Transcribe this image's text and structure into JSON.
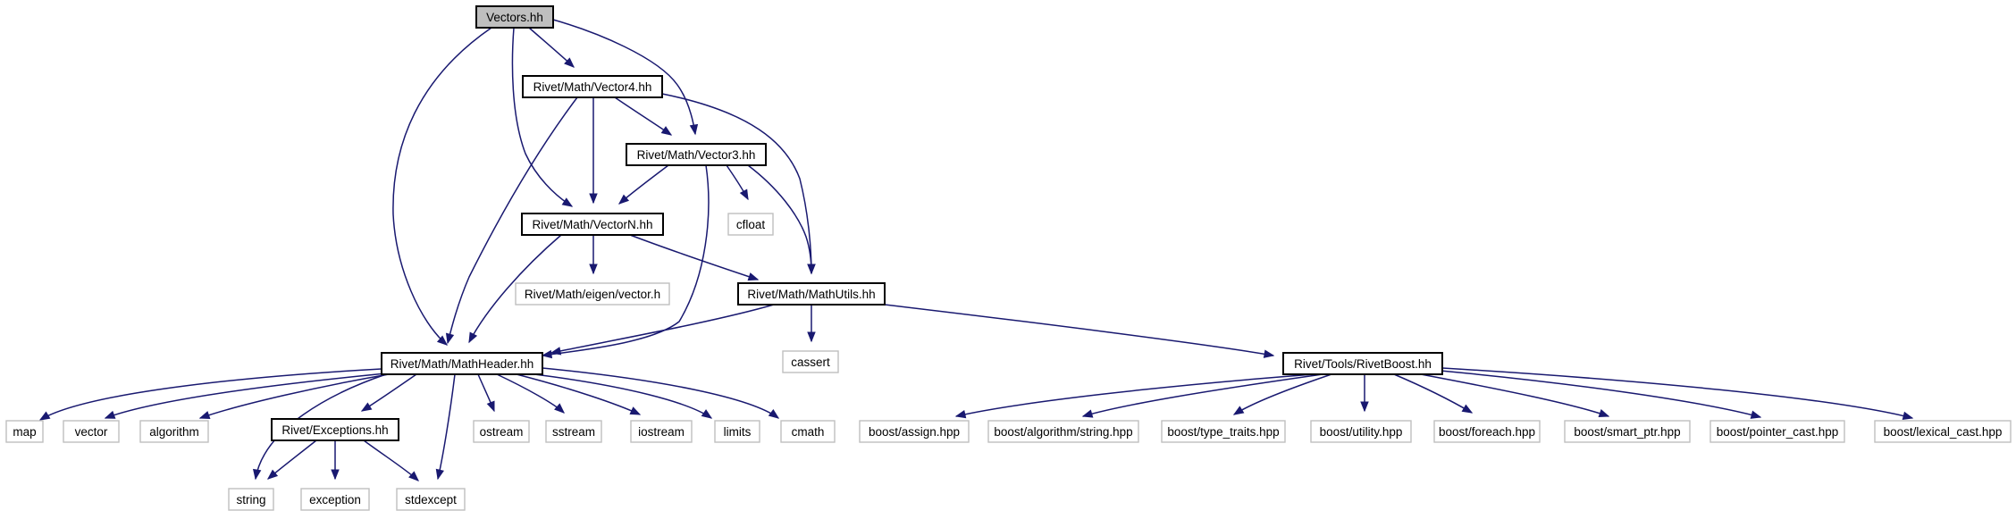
{
  "graph": {
    "nodes": [
      {
        "id": "vectors",
        "label": "Vectors.hh",
        "kind": "root"
      },
      {
        "id": "vector4",
        "label": "Rivet/Math/Vector4.hh",
        "kind": "header"
      },
      {
        "id": "vector3",
        "label": "Rivet/Math/Vector3.hh",
        "kind": "header"
      },
      {
        "id": "vectorn",
        "label": "Rivet/Math/VectorN.hh",
        "kind": "header"
      },
      {
        "id": "cfloat",
        "label": "cfloat",
        "kind": "external"
      },
      {
        "id": "eigen",
        "label": "Rivet/Math/eigen/vector.h",
        "kind": "external"
      },
      {
        "id": "mathutils",
        "label": "Rivet/Math/MathUtils.hh",
        "kind": "header"
      },
      {
        "id": "mathheader",
        "label": "Rivet/Math/MathHeader.hh",
        "kind": "header"
      },
      {
        "id": "cassert",
        "label": "cassert",
        "kind": "external"
      },
      {
        "id": "rivetboost",
        "label": "Rivet/Tools/RivetBoost.hh",
        "kind": "header"
      },
      {
        "id": "map",
        "label": "map",
        "kind": "external"
      },
      {
        "id": "vector",
        "label": "vector",
        "kind": "external"
      },
      {
        "id": "algorithm",
        "label": "algorithm",
        "kind": "external"
      },
      {
        "id": "exceptions",
        "label": "Rivet/Exceptions.hh",
        "kind": "header"
      },
      {
        "id": "ostream",
        "label": "ostream",
        "kind": "external"
      },
      {
        "id": "sstream",
        "label": "sstream",
        "kind": "external"
      },
      {
        "id": "iostream",
        "label": "iostream",
        "kind": "external"
      },
      {
        "id": "limits",
        "label": "limits",
        "kind": "external"
      },
      {
        "id": "cmath",
        "label": "cmath",
        "kind": "external"
      },
      {
        "id": "string",
        "label": "string",
        "kind": "external"
      },
      {
        "id": "exception",
        "label": "exception",
        "kind": "external"
      },
      {
        "id": "stdexcept",
        "label": "stdexcept",
        "kind": "external"
      },
      {
        "id": "assign",
        "label": "boost/assign.hpp",
        "kind": "external"
      },
      {
        "id": "algstring",
        "label": "boost/algorithm/string.hpp",
        "kind": "external"
      },
      {
        "id": "typetraits",
        "label": "boost/type_traits.hpp",
        "kind": "external"
      },
      {
        "id": "utility",
        "label": "boost/utility.hpp",
        "kind": "external"
      },
      {
        "id": "foreach",
        "label": "boost/foreach.hpp",
        "kind": "external"
      },
      {
        "id": "smartptr",
        "label": "boost/smart_ptr.hpp",
        "kind": "external"
      },
      {
        "id": "pointercast",
        "label": "boost/pointer_cast.hpp",
        "kind": "external"
      },
      {
        "id": "lexicalcast",
        "label": "boost/lexical_cast.hpp",
        "kind": "external"
      }
    ],
    "edges": [
      {
        "from": "vectors",
        "to": "vector4"
      },
      {
        "from": "vectors",
        "to": "vector3"
      },
      {
        "from": "vectors",
        "to": "vectorn"
      },
      {
        "from": "vectors",
        "to": "mathheader"
      },
      {
        "from": "vector4",
        "to": "vector3"
      },
      {
        "from": "vector4",
        "to": "vectorn"
      },
      {
        "from": "vector4",
        "to": "mathutils"
      },
      {
        "from": "vector4",
        "to": "mathheader"
      },
      {
        "from": "vector3",
        "to": "vectorn"
      },
      {
        "from": "vector3",
        "to": "cfloat"
      },
      {
        "from": "vector3",
        "to": "mathutils"
      },
      {
        "from": "vector3",
        "to": "mathheader"
      },
      {
        "from": "vectorn",
        "to": "eigen"
      },
      {
        "from": "vectorn",
        "to": "mathutils"
      },
      {
        "from": "vectorn",
        "to": "mathheader"
      },
      {
        "from": "mathutils",
        "to": "mathheader"
      },
      {
        "from": "mathutils",
        "to": "cassert"
      },
      {
        "from": "mathutils",
        "to": "rivetboost"
      },
      {
        "from": "mathheader",
        "to": "map"
      },
      {
        "from": "mathheader",
        "to": "vector"
      },
      {
        "from": "mathheader",
        "to": "algorithm"
      },
      {
        "from": "mathheader",
        "to": "string"
      },
      {
        "from": "mathheader",
        "to": "exceptions"
      },
      {
        "from": "mathheader",
        "to": "stdexcept"
      },
      {
        "from": "mathheader",
        "to": "ostream"
      },
      {
        "from": "mathheader",
        "to": "sstream"
      },
      {
        "from": "mathheader",
        "to": "iostream"
      },
      {
        "from": "mathheader",
        "to": "limits"
      },
      {
        "from": "mathheader",
        "to": "cmath"
      },
      {
        "from": "exceptions",
        "to": "string"
      },
      {
        "from": "exceptions",
        "to": "exception"
      },
      {
        "from": "exceptions",
        "to": "stdexcept"
      },
      {
        "from": "rivetboost",
        "to": "assign"
      },
      {
        "from": "rivetboost",
        "to": "algstring"
      },
      {
        "from": "rivetboost",
        "to": "typetraits"
      },
      {
        "from": "rivetboost",
        "to": "utility"
      },
      {
        "from": "rivetboost",
        "to": "foreach"
      },
      {
        "from": "rivetboost",
        "to": "smartptr"
      },
      {
        "from": "rivetboost",
        "to": "pointercast"
      },
      {
        "from": "rivetboost",
        "to": "lexicalcast"
      }
    ]
  },
  "colors": {
    "edge": "#191970",
    "root_fill": "#bfbfbf",
    "node_border": "#000000",
    "external_border": "#bfbfbf",
    "background": "#ffffff"
  }
}
